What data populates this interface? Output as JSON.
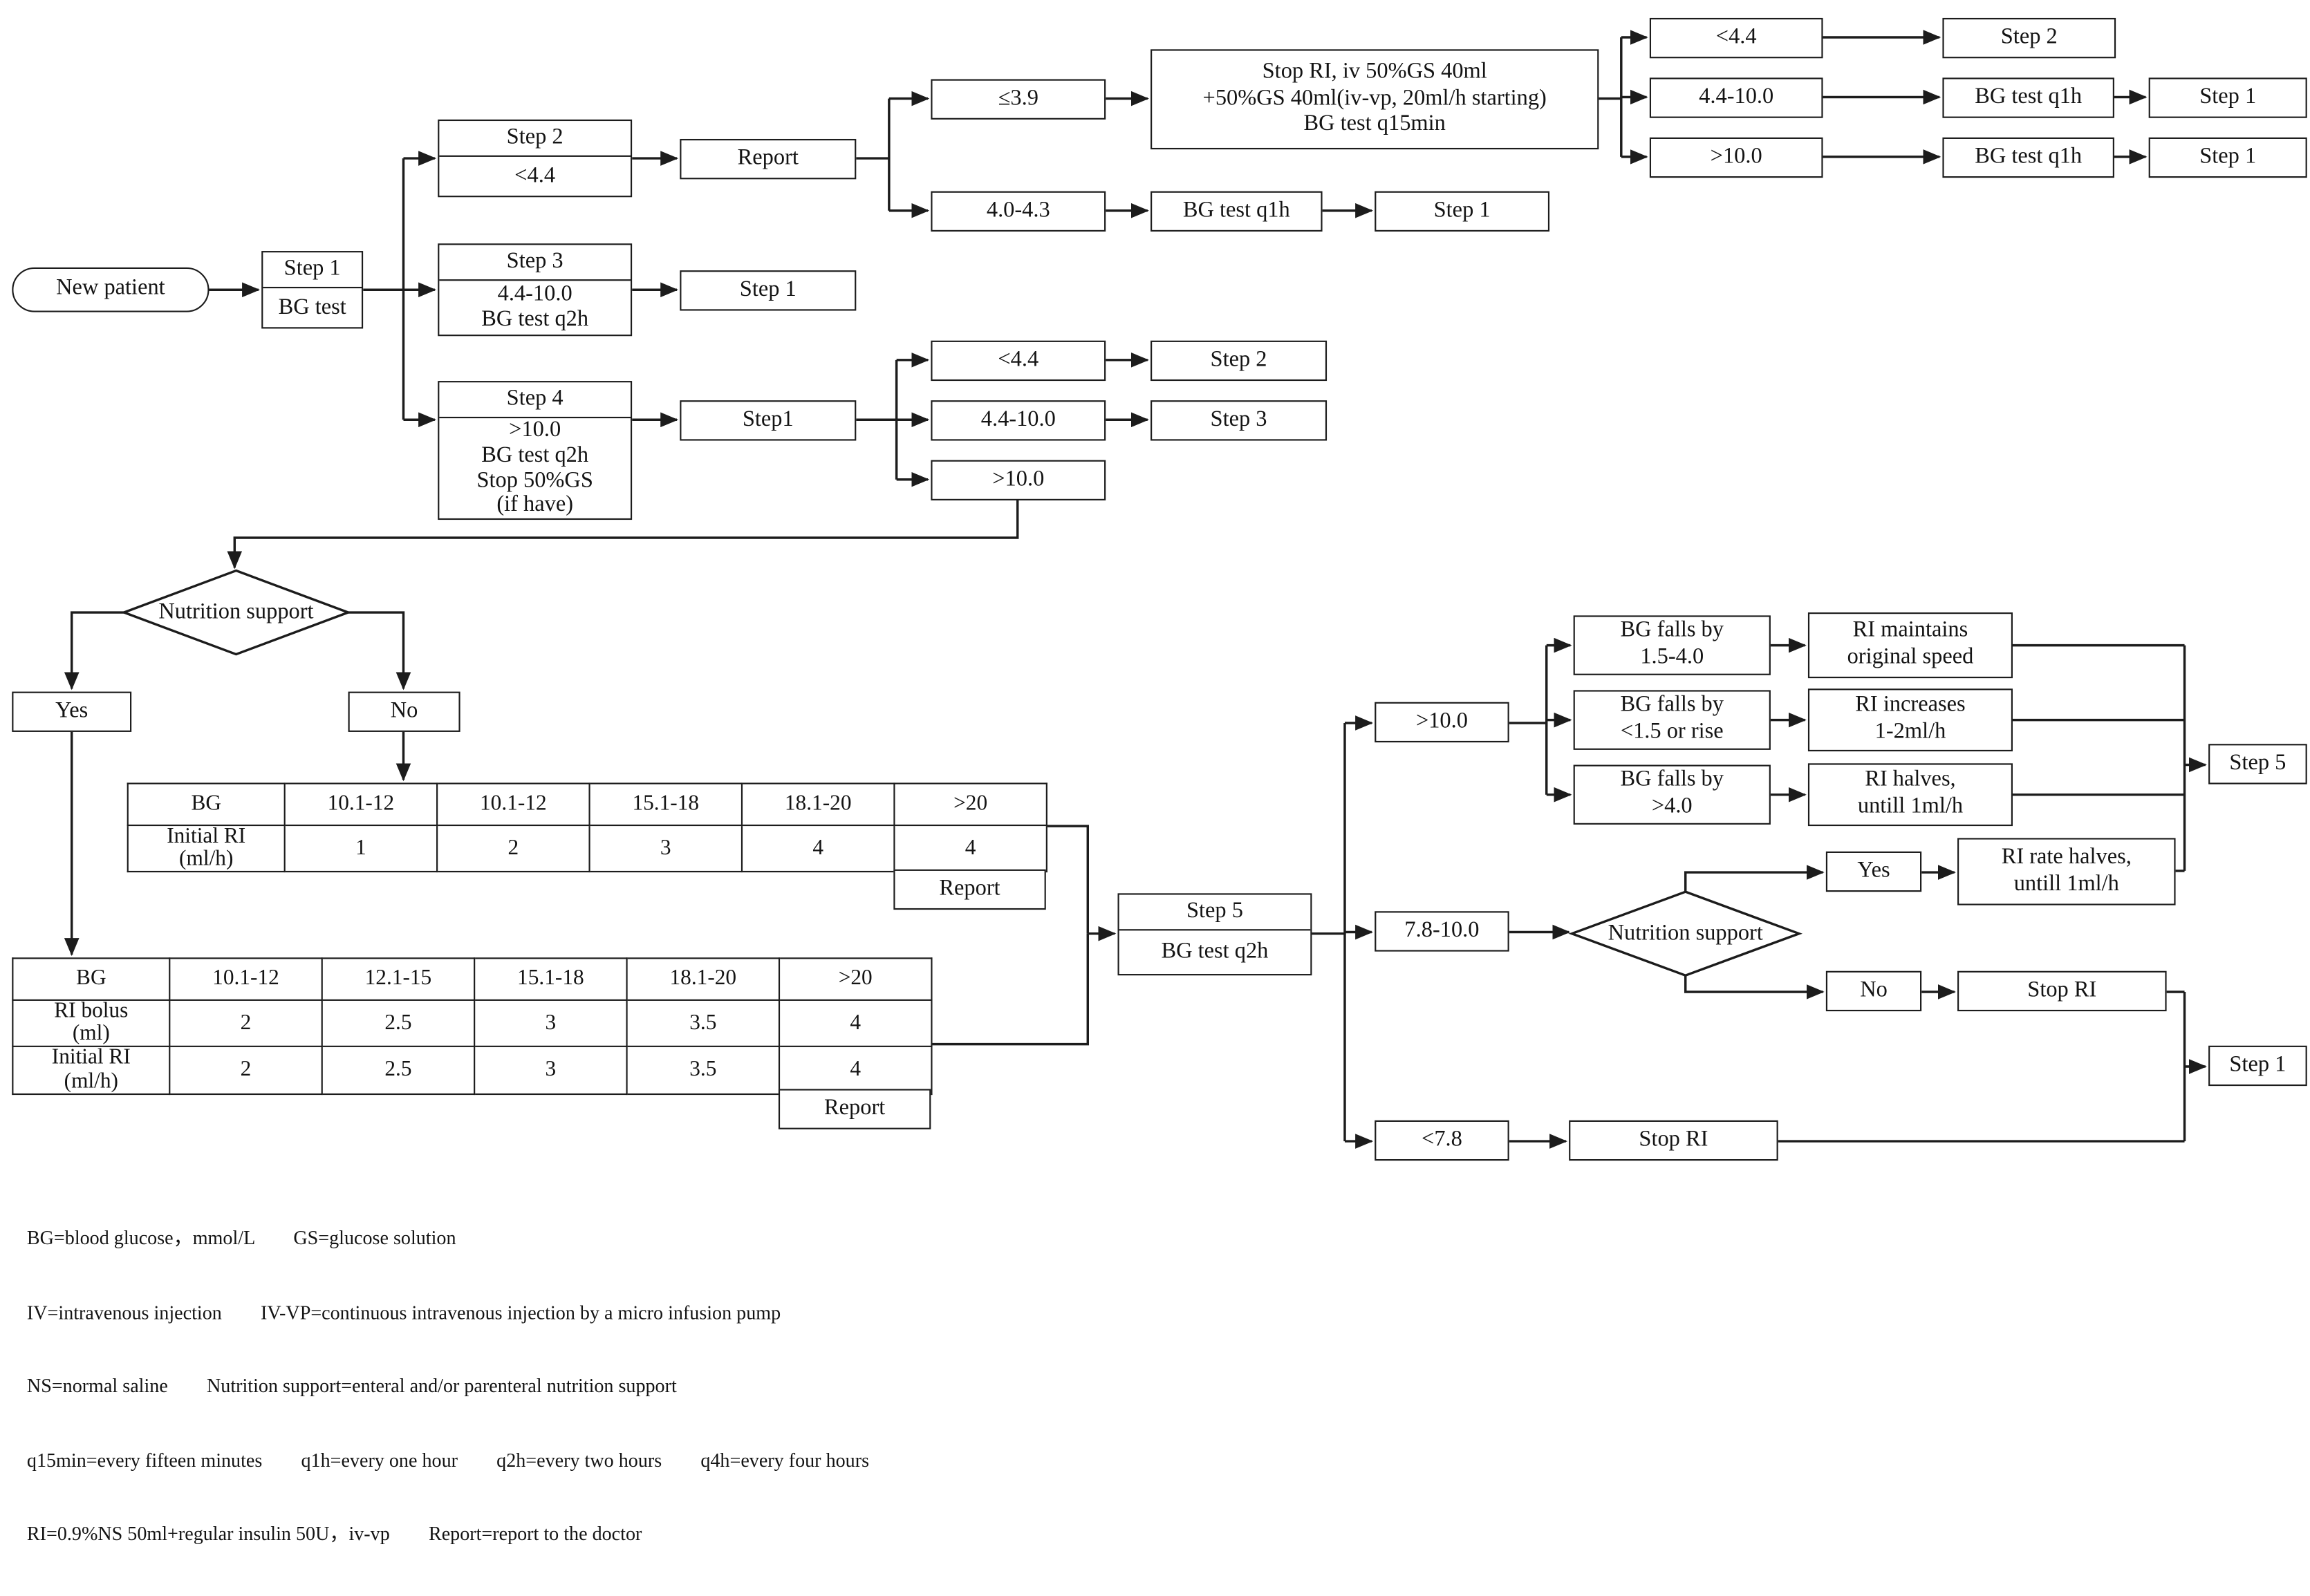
{
  "nodes": {
    "new_patient": "New patient",
    "step1_entry": {
      "title": "Step 1",
      "body": "BG test"
    },
    "branch_lt44": {
      "title": "Step 2",
      "body": "<4.4"
    },
    "report_top": "Report",
    "range_le39": "≤3.9",
    "hypo_action": "Stop RI, iv 50%GS 40ml\n+50%GS 40ml(iv-vp, 20ml/h starting)\nBG test q15min",
    "hypo_lt44": "<4.4",
    "hypo_lt44_next": "Step 2",
    "hypo_4410": "4.4-10.0",
    "hypo_4410_test": "BG test q1h",
    "hypo_4410_next": "Step 1",
    "hypo_gt10": ">10.0",
    "hypo_gt10_test": "BG test q1h",
    "hypo_gt10_next": "Step 1",
    "range_4043": "4.0-4.3",
    "range_4043_test": "BG test q1h",
    "range_4043_next": "Step 1",
    "branch_4410": {
      "title": "Step 3",
      "body": "4.4-10.0\nBG test q2h"
    },
    "branch_4410_next": "Step 1",
    "branch_gt10": {
      "title": "Step 4",
      "body": ">10.0\nBG test q2h\nStop 50%GS\n(if have)"
    },
    "branch_gt10_next": "Step1",
    "s4_lt44": "<4.4",
    "s4_lt44_next": "Step 2",
    "s4_4410": "4.4-10.0",
    "s4_4410_next": "Step 3",
    "s4_gt10": ">10.0",
    "nutrition1": "Nutrition support",
    "nutrition1_yes": "Yes",
    "nutrition1_no": "No",
    "step5": {
      "title": "Step 5",
      "body": "BG test q2h"
    },
    "s5_gt10": ">10.0",
    "fall_1540": "BG falls by\n1.5-4.0",
    "fall_1540_action": "RI maintains\noriginal speed",
    "fall_lt15": "BG falls by\n<1.5 or rise",
    "fall_lt15_action": "RI increases\n1-2ml/h",
    "fall_gt40": "BG falls by\n>4.0",
    "fall_gt40_action": "RI halves,\nuntill 1ml/h",
    "s5_loop": "Step 5",
    "s5_78100": "7.8-10.0",
    "nutrition2": "Nutrition support",
    "nutrition2_yes": "Yes",
    "nutrition2_yes_action": "RI rate halves,\nuntill 1ml/h",
    "nutrition2_no": "No",
    "nutrition2_no_action": "Stop RI",
    "s5_step1": "Step 1",
    "s5_lt78": "<7.8",
    "s5_lt78_action": "Stop RI"
  },
  "table_no": {
    "header": [
      "BG",
      "10.1-12",
      "10.1-12",
      "15.1-18",
      "18.1-20",
      ">20"
    ],
    "rows": [
      {
        "label": "Initial RI\n(ml/h)",
        "values": [
          "1",
          "2",
          "3",
          "4",
          "4"
        ]
      }
    ],
    "report": "Report"
  },
  "table_yes": {
    "header": [
      "BG",
      "10.1-12",
      "12.1-15",
      "15.1-18",
      "18.1-20",
      ">20"
    ],
    "rows": [
      {
        "label": "RI bolus\n(ml)",
        "values": [
          "2",
          "2.5",
          "3",
          "3.5",
          "4"
        ]
      },
      {
        "label": "Initial RI\n(ml/h)",
        "values": [
          "2",
          "2.5",
          "3",
          "3.5",
          "4"
        ]
      }
    ],
    "report": "Report"
  },
  "legend": [
    "BG=blood glucose，mmol/L        GS=glucose solution",
    "IV=intravenous injection        IV-VP=continuous intravenous injection by a micro infusion pump",
    "NS=normal saline        Nutrition support=enteral and/or parenteral nutrition support",
    "q15min=every fifteen minutes        q1h=every one hour        q2h=every two hours        q4h=every four hours",
    "RI=0.9%NS 50ml+regular insulin 50U，iv-vp        Report=report to the doctor"
  ]
}
